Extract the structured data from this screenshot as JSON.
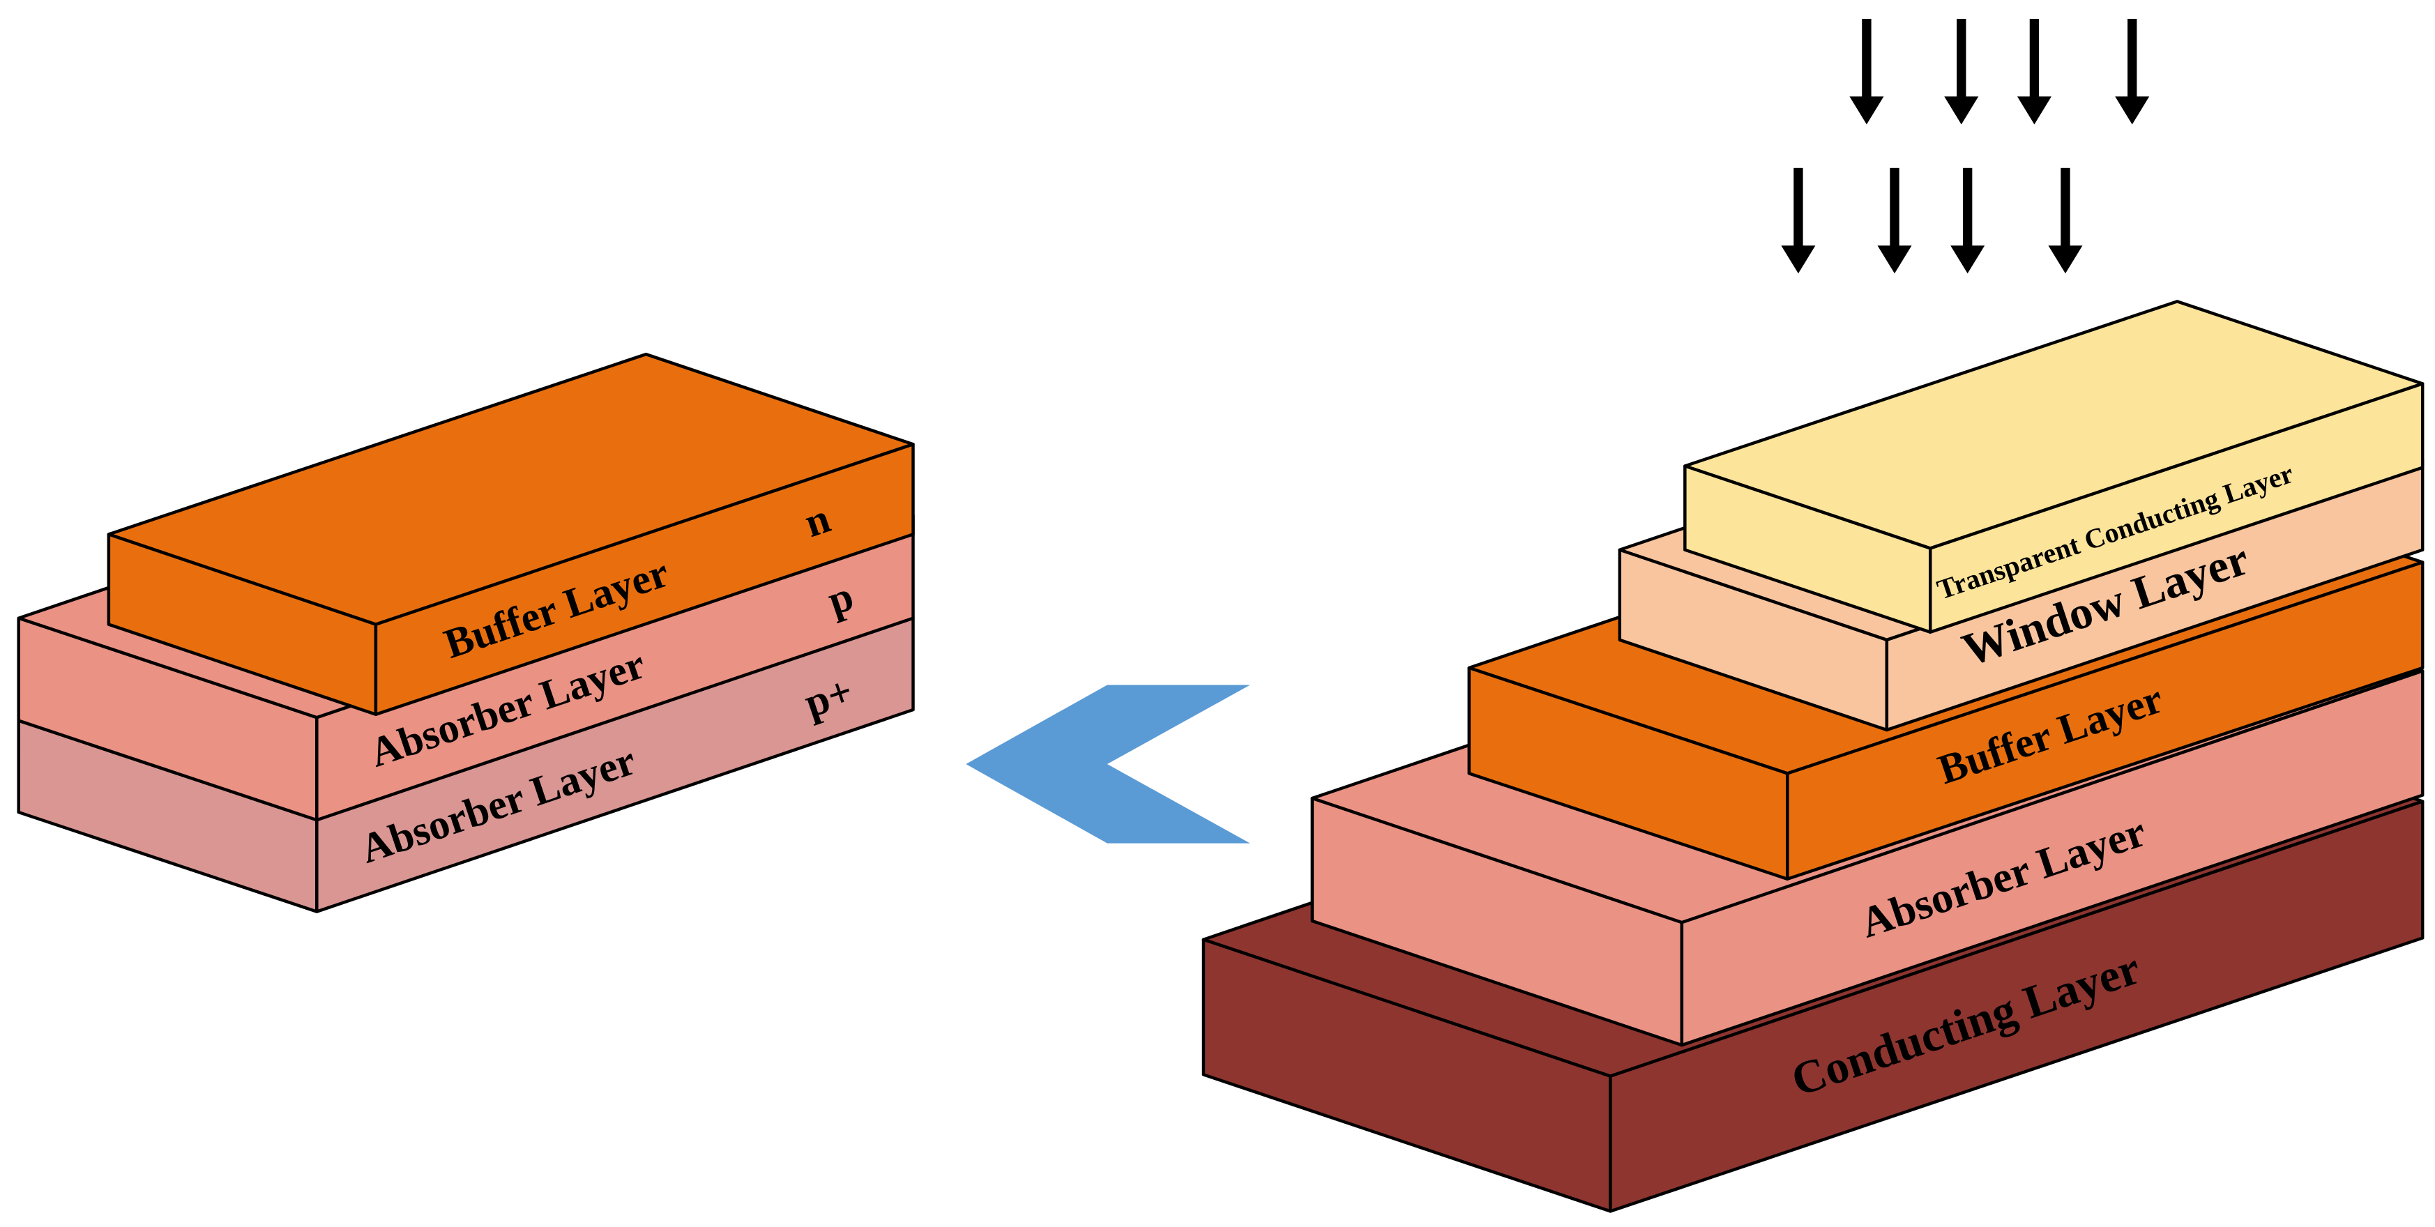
{
  "colors": {
    "background": "#ffffff",
    "outline": "#000000",
    "transparent_conducting": "#fde49b",
    "window": "#f9c59f",
    "buffer": "#e96f0e",
    "absorber": "#ea9284",
    "absorber_p_plus": "#d99693",
    "conducting": "#8e3530",
    "arrow": "#5b9bd5",
    "light_arrows": "#000000"
  },
  "light_arrows": {
    "icon": "down-arrow-icon",
    "count": 8
  },
  "direction_arrow": {
    "icon": "chevron-left-icon"
  },
  "left_stack": {
    "buffer": {
      "label": "Buffer Layer",
      "type": "n"
    },
    "absorber_p": {
      "label": "Absorber Layer",
      "type": "p"
    },
    "absorber_p_plus": {
      "label": "Absorber Layer",
      "type": "p+"
    }
  },
  "right_stack": {
    "transparent_conducting": {
      "label": "Transparent Conducting Layer"
    },
    "window": {
      "label": "Window Layer"
    },
    "buffer": {
      "label": "Buffer Layer"
    },
    "absorber": {
      "label": "Absorber Layer"
    },
    "conducting": {
      "label": "Conducting Layer"
    }
  }
}
